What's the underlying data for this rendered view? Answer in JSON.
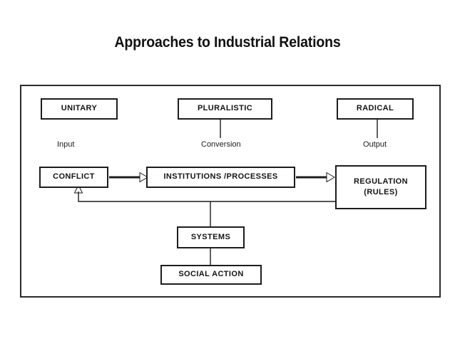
{
  "title": "Approaches to Industrial Relations",
  "diagram": {
    "type": "flow-diagram",
    "frame": {
      "border_color": "#2b2b2b"
    },
    "nodes": [
      {
        "id": "unitary",
        "label": "UNITARY"
      },
      {
        "id": "pluralistic",
        "label": "PLURALISTIC"
      },
      {
        "id": "radical",
        "label": "RADICAL"
      },
      {
        "id": "conflict",
        "label": "CONFLICT"
      },
      {
        "id": "institutions",
        "label": "INSTITUTIONS /PROCESSES"
      },
      {
        "id": "regulation",
        "label_line1": "REGULATION",
        "label_line2": "(RULES)"
      },
      {
        "id": "systems",
        "label": "SYSTEMS"
      },
      {
        "id": "socialaction",
        "label": "SOCIAL ACTION"
      }
    ],
    "stage_labels": [
      {
        "id": "input",
        "label": "Input"
      },
      {
        "id": "conversion",
        "label": "Conversion"
      },
      {
        "id": "output",
        "label": "Output"
      }
    ],
    "connectors": [
      {
        "from": "pluralistic",
        "to": "conversion",
        "style": "plain-line"
      },
      {
        "from": "radical",
        "to": "output",
        "style": "plain-line"
      },
      {
        "from": "conflict",
        "to": "institutions",
        "style": "arrow"
      },
      {
        "from": "institutions",
        "to": "regulation",
        "style": "arrow"
      },
      {
        "from": "regulation",
        "to": "conflict",
        "style": "feedback-arrow"
      },
      {
        "from": "feedback-line",
        "to": "systems",
        "style": "plain-line"
      },
      {
        "from": "systems",
        "to": "socialaction",
        "style": "plain-line"
      }
    ]
  }
}
